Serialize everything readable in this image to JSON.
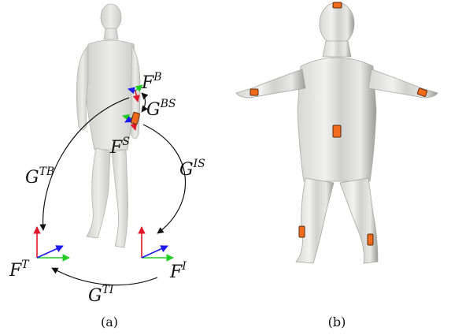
{
  "panel_a": {
    "caption": "(a)",
    "frames": {
      "bone": {
        "base": "F",
        "sup": "B"
      },
      "sensor": {
        "base": "F",
        "sup": "S"
      },
      "global": {
        "base": "F",
        "sup": "T"
      },
      "inertial": {
        "base": "F",
        "sup": "I"
      }
    },
    "transforms": {
      "bone_to_sensor": {
        "base": "G",
        "sup": "BS"
      },
      "global_to_bone": {
        "base": "G",
        "sup": "TB"
      },
      "inertial_to_sensor": {
        "base": "G",
        "sup": "IS"
      },
      "global_to_inertial": {
        "base": "G",
        "sup": "TI"
      }
    }
  },
  "panel_b": {
    "caption": "(b)",
    "sensor_count": 6
  },
  "colors": {
    "axis_x": "#e0162b",
    "axis_y": "#22cc22",
    "axis_z": "#1a1aee",
    "sensor_fill": "#f26b1d",
    "sensor_stroke": "#5a2a08",
    "body_fill": "#e4e4e2",
    "arrow": "#111111"
  }
}
